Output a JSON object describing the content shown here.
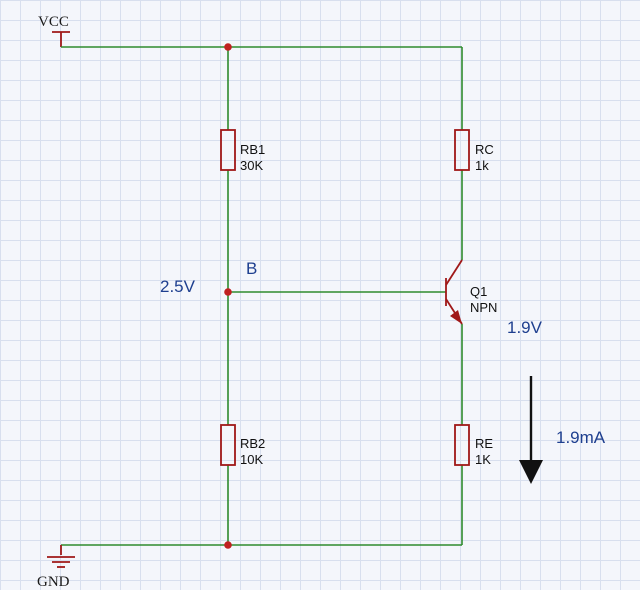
{
  "rails": {
    "vcc": "VCC",
    "gnd": "GND"
  },
  "components": {
    "rb1": {
      "ref": "RB1",
      "value": "30K"
    },
    "rb2": {
      "ref": "RB2",
      "value": "10K"
    },
    "rc": {
      "ref": "RC",
      "value": "1k"
    },
    "re": {
      "ref": "RE",
      "value": "1K"
    },
    "q1": {
      "ref": "Q1",
      "type": "NPN"
    }
  },
  "nodes": {
    "base": "B"
  },
  "annotations": {
    "base_voltage": "2.5V",
    "emitter_voltage": "1.9V",
    "emitter_current": "1.9mA"
  },
  "colors": {
    "wire": "#2e8b2e",
    "component": "#a01818",
    "annotation": "#1e3f8f"
  }
}
